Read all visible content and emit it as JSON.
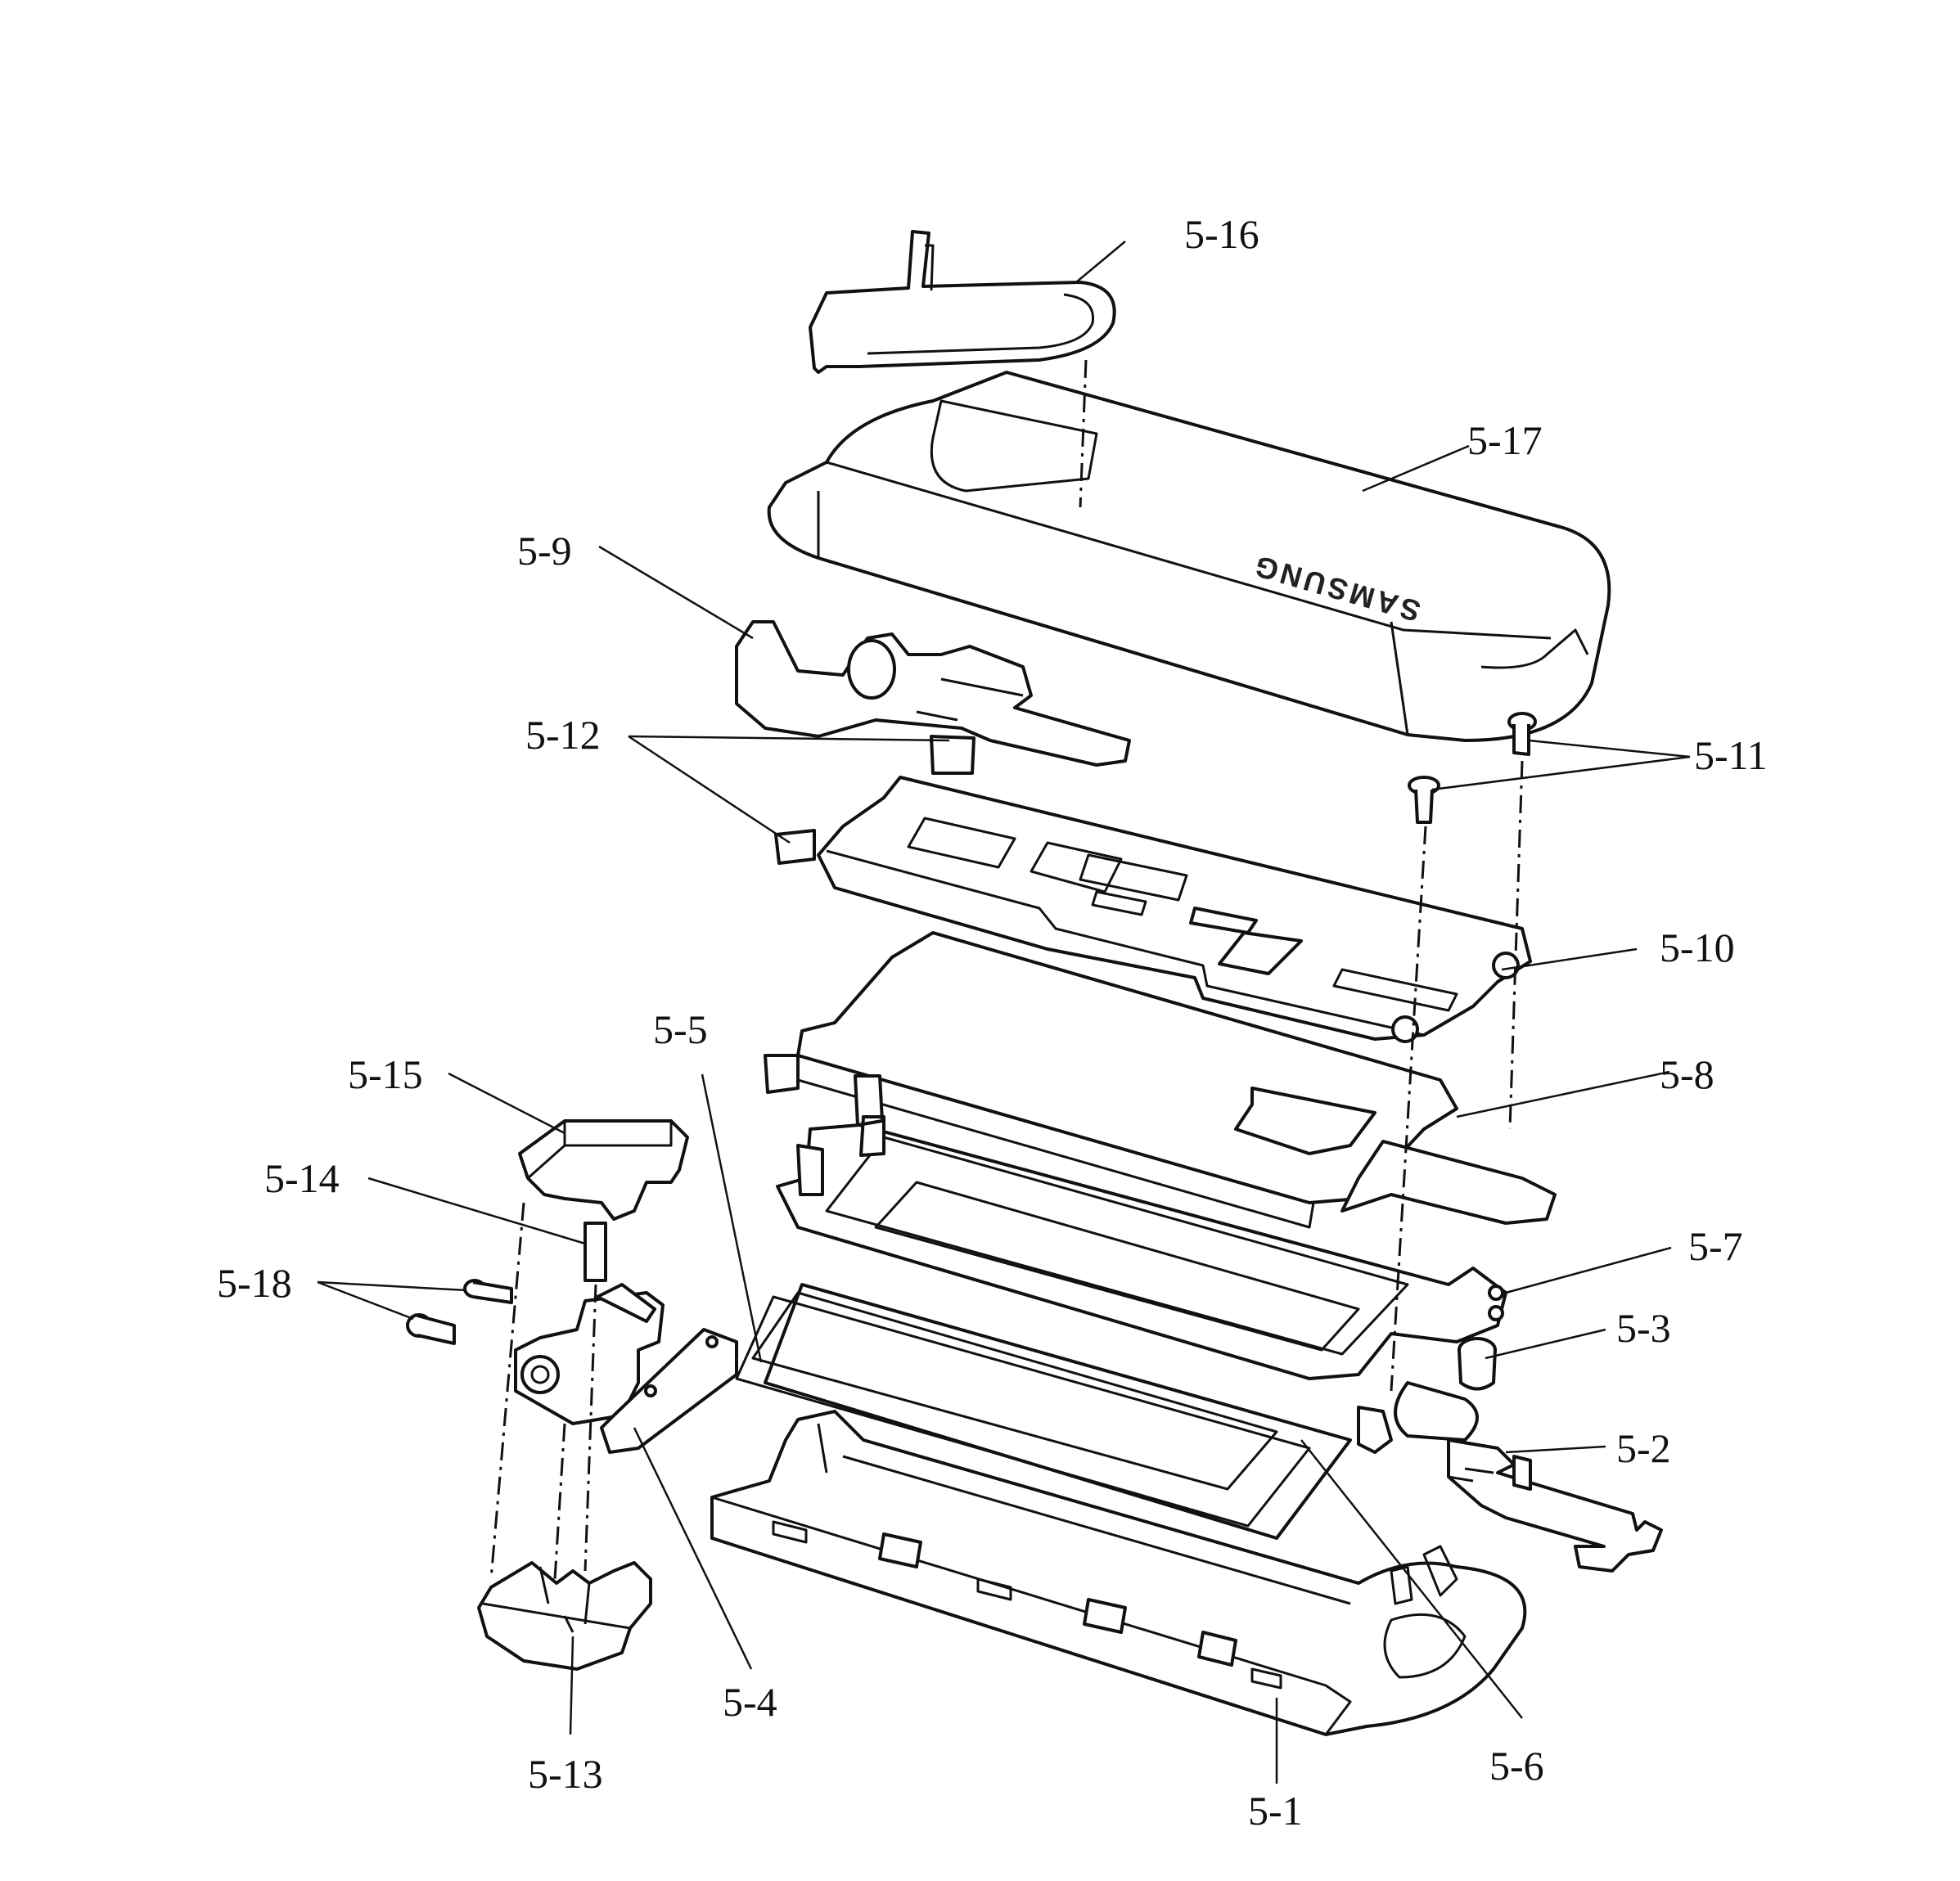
{
  "diagram": {
    "brand_mark": "SAMSUNG",
    "labels": {
      "p5_1": "5-1",
      "p5_2": "5-2",
      "p5_3": "5-3",
      "p5_4": "5-4",
      "p5_5": "5-5",
      "p5_6": "5-6",
      "p5_7": "5-7",
      "p5_8": "5-8",
      "p5_9": "5-9",
      "p5_10": "5-10",
      "p5_11": "5-11",
      "p5_12": "5-12",
      "p5_13": "5-13",
      "p5_14": "5-14",
      "p5_15": "5-15",
      "p5_16": "5-16",
      "p5_17": "5-17",
      "p5_18": "5-18"
    }
  }
}
